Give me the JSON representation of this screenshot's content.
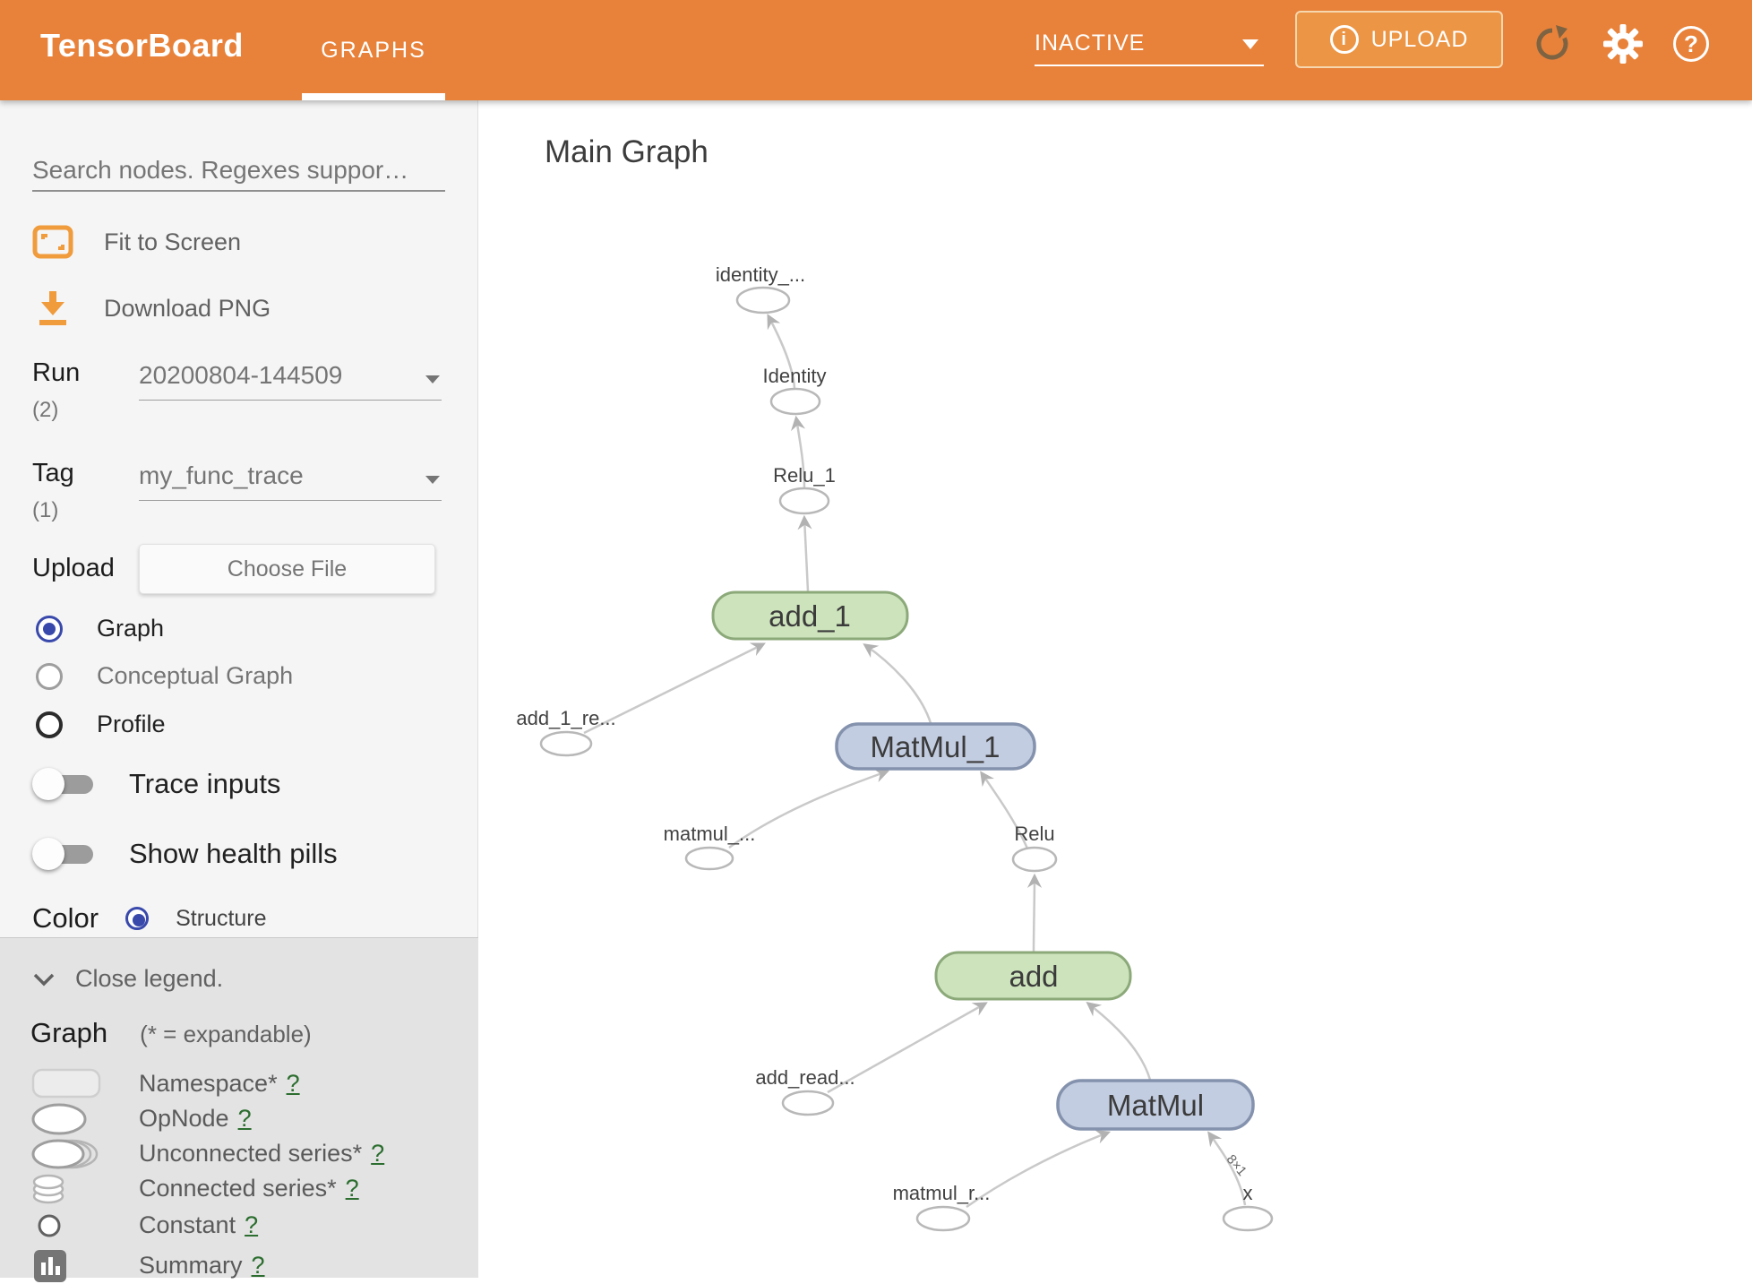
{
  "header": {
    "app_title": "TensorBoard",
    "tab": "GRAPHS",
    "status": "INACTIVE",
    "upload_label": "UPLOAD",
    "info_glyph": "i",
    "help_glyph": "?"
  },
  "sidebar": {
    "search_placeholder": "Search nodes. Regexes suppor…",
    "fit_to_screen": "Fit to Screen",
    "download_png": "Download PNG",
    "run": {
      "label": "Run",
      "count": "(2)",
      "value": "20200804-144509"
    },
    "tag": {
      "label": "Tag",
      "count": "(1)",
      "value": "my_func_trace"
    },
    "upload": {
      "label": "Upload",
      "button": "Choose File"
    },
    "views": [
      {
        "label": "Graph",
        "selected": true
      },
      {
        "label": "Conceptual Graph",
        "selected": false
      },
      {
        "label": "Profile",
        "selected": false
      }
    ],
    "trace_inputs": "Trace inputs",
    "show_health_pills": "Show health pills",
    "color_label": "Color",
    "color_option": "Structure"
  },
  "legend": {
    "close": "Close legend.",
    "heading": "Graph",
    "expandable_note": "(* = expandable)",
    "items": [
      {
        "label": "Namespace*",
        "help": "?"
      },
      {
        "label": "OpNode",
        "help": "?"
      },
      {
        "label": "Unconnected series*",
        "help": "?"
      },
      {
        "label": "Connected series*",
        "help": "?"
      },
      {
        "label": "Constant",
        "help": "?"
      },
      {
        "label": "Summary",
        "help": "?"
      }
    ]
  },
  "graph": {
    "title": "Main Graph",
    "edge_shape_label": "8×1",
    "nodes": {
      "identity_out": {
        "label": "identity_...",
        "type": "opnode"
      },
      "identity": {
        "label": "Identity",
        "type": "opnode"
      },
      "relu_1": {
        "label": "Relu_1",
        "type": "opnode"
      },
      "add_1": {
        "label": "add_1",
        "type": "op-box-green"
      },
      "add_1_re": {
        "label": "add_1_re...",
        "type": "opnode"
      },
      "matmul_1": {
        "label": "MatMul_1",
        "type": "op-box-blue"
      },
      "matmul_read": {
        "label": "matmul_...",
        "type": "opnode"
      },
      "relu": {
        "label": "Relu",
        "type": "opnode"
      },
      "add": {
        "label": "add",
        "type": "op-box-green"
      },
      "add_read": {
        "label": "add_read...",
        "type": "opnode"
      },
      "matmul": {
        "label": "MatMul",
        "type": "op-box-blue"
      },
      "matmul_r": {
        "label": "matmul_r...",
        "type": "opnode"
      },
      "x": {
        "label": "x",
        "type": "opnode"
      }
    }
  },
  "colors": {
    "header_orange": "#e8823a",
    "upload_button_orange": "#ec9544",
    "accent_indigo": "#3949ab",
    "sidebar_icon_orange": "#f09b3c",
    "help_link_green": "#2c6e2f",
    "node_green_fill": "#cde3bc",
    "node_green_border": "#8ca97a",
    "node_blue_fill": "#c3cde1",
    "node_blue_border": "#8492ad"
  }
}
